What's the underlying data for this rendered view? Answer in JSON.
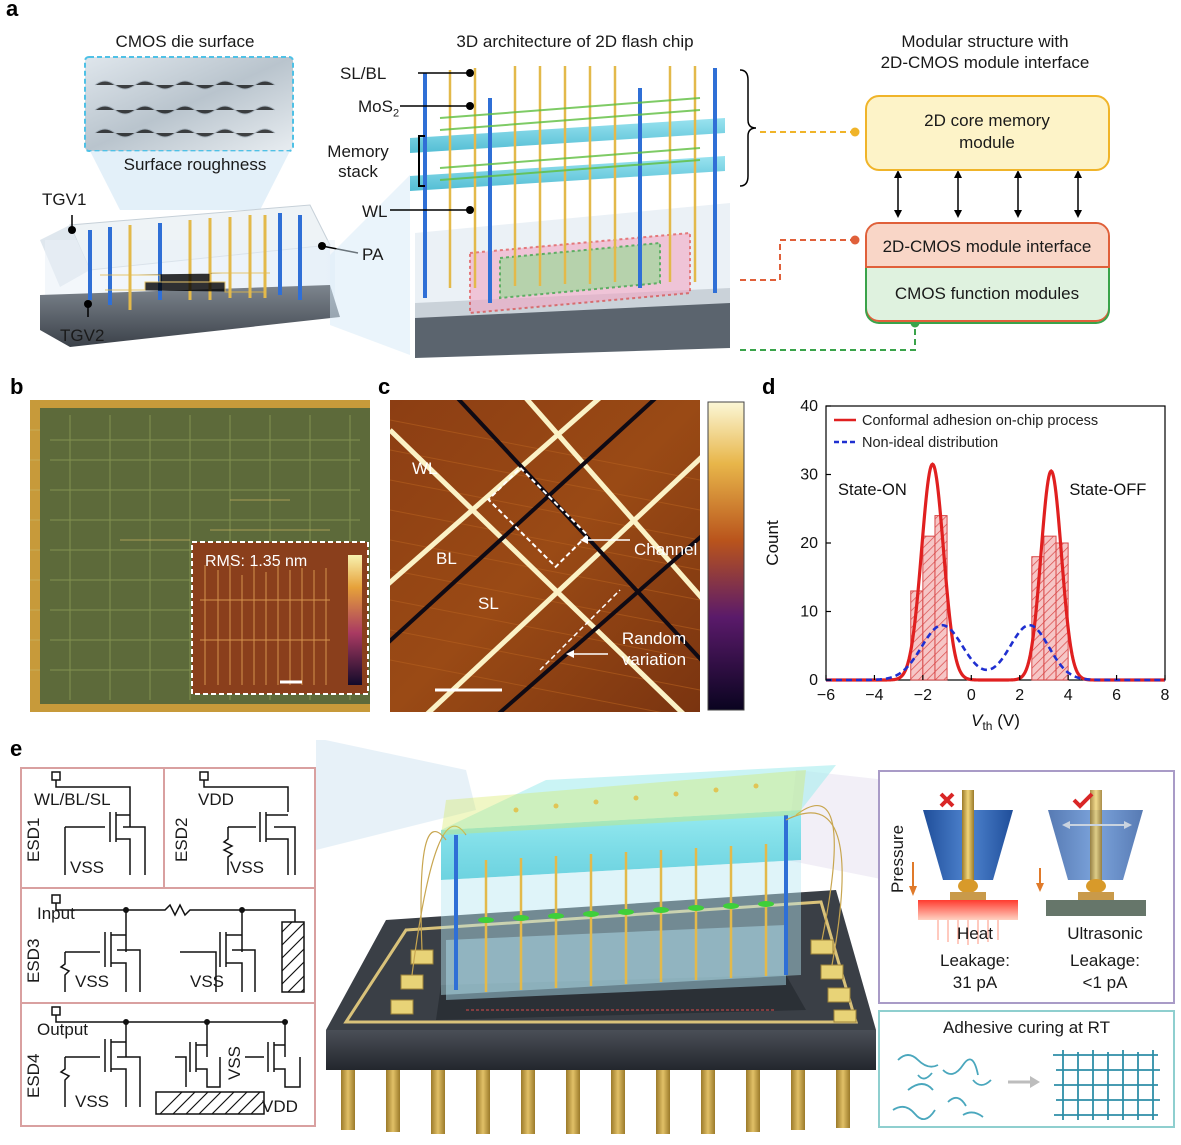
{
  "panel_labels": {
    "a": "a",
    "b": "b",
    "c": "c",
    "d": "d",
    "e": "e"
  },
  "panel_a": {
    "title_left": "CMOS die surface",
    "title_mid": "3D architecture of 2D flash chip",
    "title_right_1": "Modular structure with",
    "title_right_2": "2D-CMOS module interface",
    "surface_roughness": "Surface roughness",
    "tgv1": "TGV1",
    "tgv2": "TGV2",
    "pa": "PA",
    "sl_bl": "SL/BL",
    "mos2": "MoS",
    "mos2_sub": "2",
    "memory_stack_1": "Memory",
    "memory_stack_2": "stack",
    "wl": "WL",
    "core_module_1": "2D core memory",
    "core_module_2": "module",
    "interface": "2D-CMOS module interface",
    "cmos_modules": "CMOS function modules",
    "colors": {
      "core_fill": "#fdf3c8",
      "core_border": "#f0b429",
      "iface_fill": "#f9d6c7",
      "iface_border": "#e0603a",
      "cmos_fill": "#dff2df",
      "cmos_border": "#3aa34a"
    }
  },
  "panel_b": {
    "rms": "RMS: 1.35 nm"
  },
  "panel_c": {
    "wl": "WL",
    "bl": "BL",
    "sl": "SL",
    "channel": "Channel",
    "random_1": "Random",
    "random_2": "variation"
  },
  "chart_data": {
    "type": "bar",
    "title": "",
    "xlabel": "V",
    "xlabel_sub": "th",
    "xlabel_unit": " (V)",
    "ylabel": "Count",
    "xlim": [
      -6,
      8
    ],
    "ylim": [
      0,
      40
    ],
    "xticks": [
      -6,
      -4,
      -2,
      0,
      2,
      4,
      6,
      8
    ],
    "yticks": [
      0,
      10,
      20,
      30,
      40
    ],
    "xtick_labels": [
      "−6",
      "−4",
      "−2",
      "0",
      "2",
      "4",
      "6",
      "8"
    ],
    "ytick_labels": [
      "0",
      "10",
      "20",
      "30",
      "40"
    ],
    "legend": [
      {
        "name": "Conformal adhesion on-chip process",
        "style": "solid",
        "color": "#e02020"
      },
      {
        "name": "Non-ideal distribution",
        "style": "dashed",
        "color": "#1f2fd0"
      }
    ],
    "annotations": {
      "state_on": "State-ON",
      "state_off": "State-OFF"
    },
    "bars": [
      {
        "x": -2.25,
        "value": 13
      },
      {
        "x": -1.75,
        "value": 21
      },
      {
        "x": -1.25,
        "value": 24
      },
      {
        "x": 2.75,
        "value": 18
      },
      {
        "x": 3.25,
        "value": 21
      },
      {
        "x": 3.75,
        "value": 20
      }
    ],
    "bar_width": 0.5,
    "series": [
      {
        "name": "Conformal adhesion on-chip process",
        "gaussians": [
          {
            "mu": -1.6,
            "sigma": 0.45,
            "amp": 31.5
          },
          {
            "mu": 3.3,
            "sigma": 0.42,
            "amp": 30.5
          }
        ]
      },
      {
        "name": "Non-ideal distribution",
        "gaussians": [
          {
            "mu": -1.2,
            "sigma": 0.85,
            "amp": 8
          },
          {
            "mu": 2.4,
            "sigma": 0.8,
            "amp": 8
          }
        ]
      }
    ]
  },
  "panel_e": {
    "esd1": "ESD1",
    "esd2": "ESD2",
    "esd3": "ESD3",
    "esd4": "ESD4",
    "wl_bl_sl": "WL/BL/SL",
    "vdd": "VDD",
    "vss": "VSS",
    "input": "Input",
    "output": "Output",
    "pressure": "Pressure",
    "heat": "Heat",
    "ultrasonic": "Ultrasonic",
    "leakage_label": "Leakage:",
    "leak_heat": "31 pA",
    "leak_ultra": "<1 pA",
    "curing": "Adhesive curing at RT"
  }
}
